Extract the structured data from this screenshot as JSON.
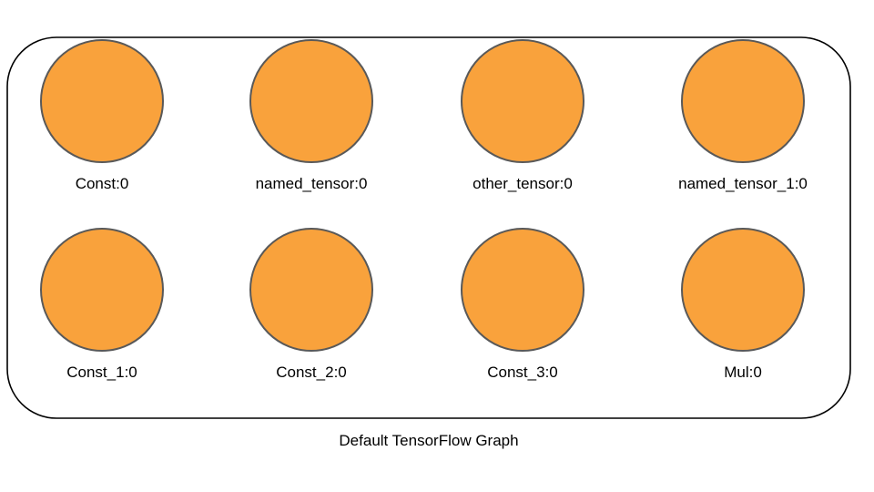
{
  "caption": "Default TensorFlow Graph",
  "colors": {
    "node_fill": "#F9A23C",
    "node_stroke": "#595959",
    "frame_stroke": "#000000"
  },
  "rows": [
    {
      "nodes": [
        {
          "label": "Const:0"
        },
        {
          "label": "named_tensor:0"
        },
        {
          "label": "other_tensor:0"
        },
        {
          "label": "named_tensor_1:0"
        }
      ]
    },
    {
      "nodes": [
        {
          "label": "Const_1:0"
        },
        {
          "label": "Const_2:0"
        },
        {
          "label": "Const_3:0"
        },
        {
          "label": "Mul:0"
        }
      ]
    }
  ]
}
